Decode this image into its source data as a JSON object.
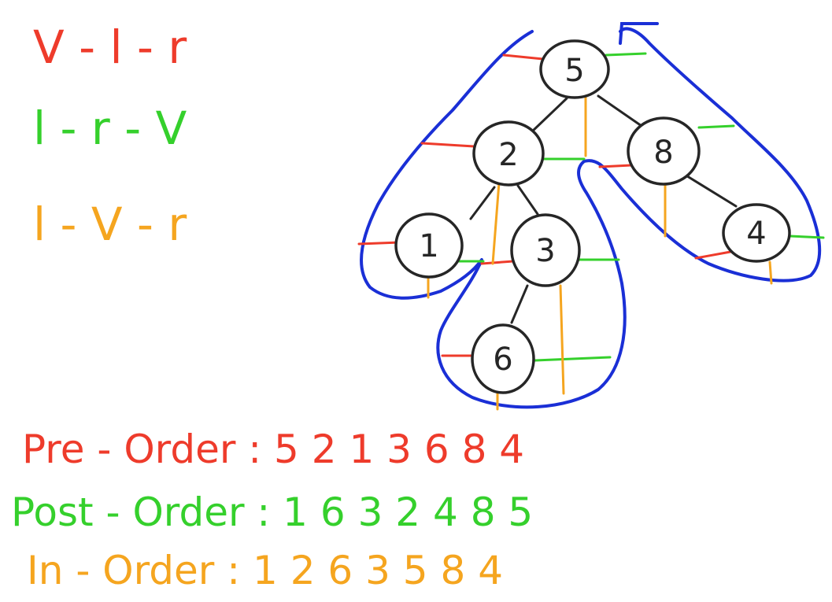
{
  "colors": {
    "red": "#ee3b2b",
    "green": "#35d02c",
    "orange": "#f5a51f",
    "blue": "#1a2fd6",
    "ink": "#262626"
  },
  "rules": [
    {
      "text": "V - l - r",
      "color": "red"
    },
    {
      "text": "l - r - V",
      "color": "green"
    },
    {
      "text": "l - V - r",
      "color": "orange"
    }
  ],
  "tree": {
    "nodes": [
      {
        "id": "n5",
        "label": "5"
      },
      {
        "id": "n2",
        "label": "2"
      },
      {
        "id": "n8",
        "label": "8"
      },
      {
        "id": "n1",
        "label": "1"
      },
      {
        "id": "n3",
        "label": "3"
      },
      {
        "id": "n4",
        "label": "4"
      },
      {
        "id": "n6",
        "label": "6"
      }
    ]
  },
  "traversals": [
    {
      "text": "Pre - Order : 5 2 1 3 6 8 4",
      "color": "red"
    },
    {
      "text": "Post - Order : 1 6 3 2 4 8 5",
      "color": "green"
    },
    {
      "text": "In - Order : 1 2 6 3 5 8 4",
      "color": "orange"
    }
  ]
}
